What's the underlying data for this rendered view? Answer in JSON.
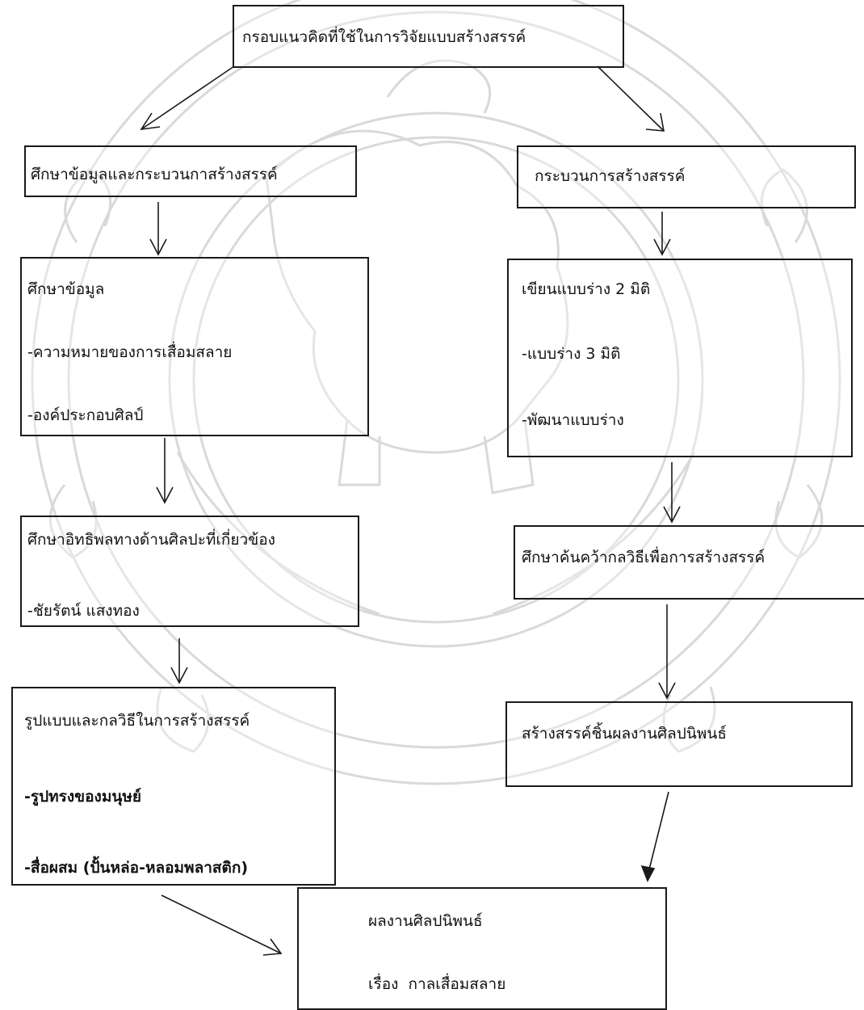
{
  "title": "กรอบแนวคิดที่ใช้ในการวิจัยแบบสร้างสรรค์",
  "left": {
    "study_head": "ศึกษาข้อมูลและกระบวนกาสร้างสรรค์",
    "data_box": {
      "title": "ศึกษาข้อมูล",
      "items": [
        "-ความหมายของการเสื่อมสลาย",
        "-องค์ประกอบศิลป์"
      ]
    },
    "influence_box": {
      "title": "ศึกษาอิทธิพลทางด้านศิลปะที่เกี่ยวข้อง",
      "items": [
        "-ชัยรัตน์ แสงทอง"
      ]
    },
    "form_box": {
      "title": "รูปแบบและกลวิธีในการสร้างสรรค์",
      "items": [
        "-รูปทรงของมนุษย์",
        "-สื่อผสม (ปั้นหล่อ-หลอมพลาสติก)"
      ]
    }
  },
  "right": {
    "process_head": "กระบวนการสร้างสรรค์",
    "sketch_box": {
      "title": "เขียนแบบร่าง 2 มิติ",
      "items": [
        "-แบบร่าง 3 มิติ",
        "-พัฒนาแบบร่าง"
      ]
    },
    "technique_box": {
      "title": "ศึกษาค้นคว้ากลวิธีเพื่อการสร้างสรรค์"
    },
    "create_box": {
      "title": "สร้างสรรค์ชิ้นผลงานศิลปนิพนธ์"
    }
  },
  "result": {
    "title": "ผลงานศิลปนิพนธ์",
    "subtitle": "เรื่อง  กาลเสื่อมสลาย"
  },
  "colors": {
    "line": "#1a1a1a",
    "watermark": "#d9d9d9",
    "text": "#111111"
  },
  "icons": {
    "watermark": "university-seal-watermark"
  }
}
